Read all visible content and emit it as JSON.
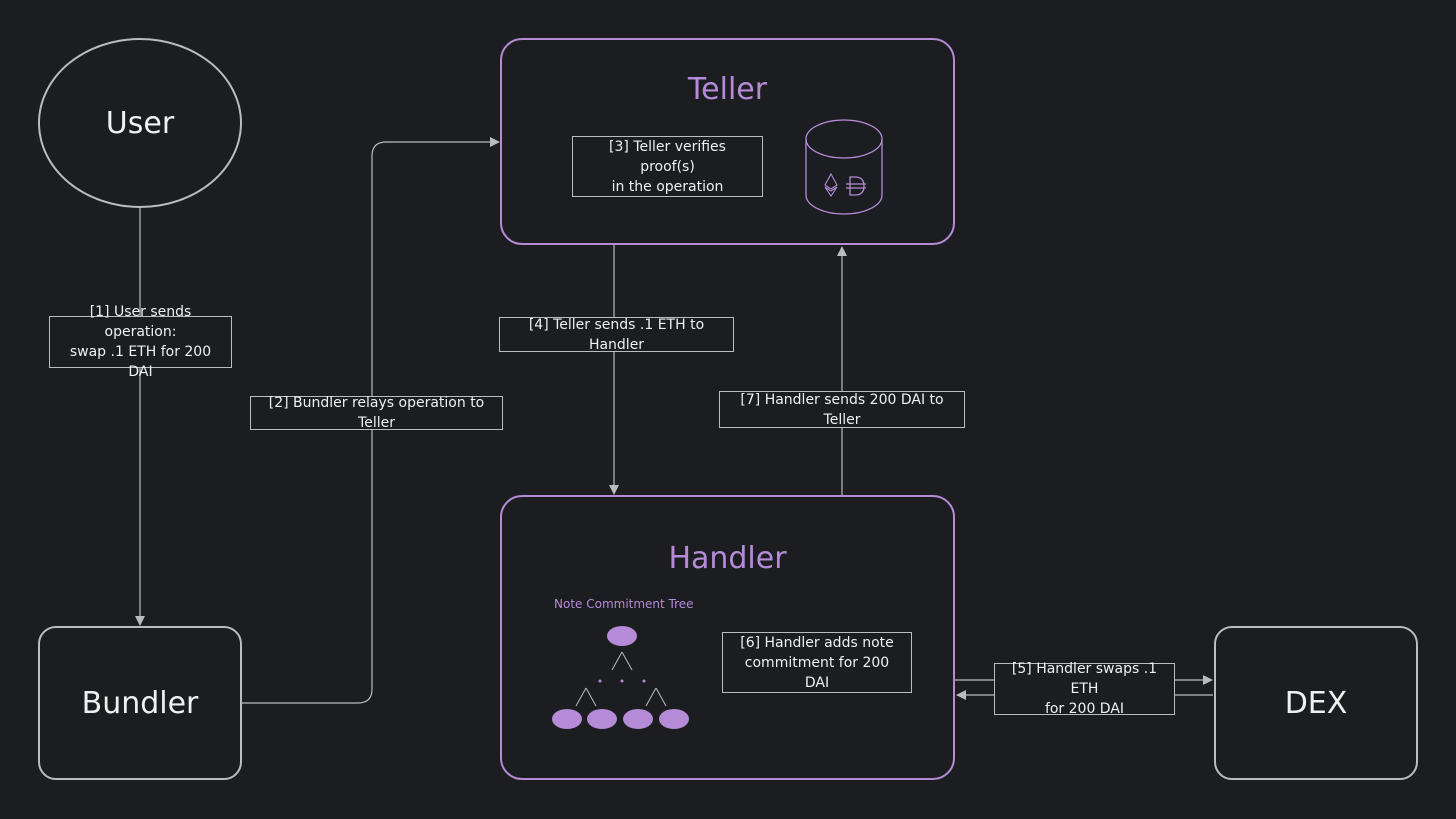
{
  "nodes": {
    "user": "User",
    "bundler": "Bundler",
    "teller": "Teller",
    "handler": "Handler",
    "dex": "DEX"
  },
  "labels": {
    "step1": "[1] User sends operation:\nswap .1 ETH for 200 DAI",
    "step2": "[2] Bundler relays operation to Teller",
    "step3": "[3] Teller verifies proof(s)\nin the operation",
    "step4": "[4] Teller sends .1 ETH to Handler",
    "step5": "[5] Handler swaps .1 ETH\nfor 200 DAI",
    "step6": "[6] Handler adds note\ncommitment for 200 DAI",
    "step7": "[7] Handler sends 200 DAI to Teller"
  },
  "tree": {
    "caption": "Note Commitment Tree"
  },
  "icons": [
    "ethereum-icon",
    "dai-icon",
    "database-icon"
  ],
  "colors": {
    "background": "#1b1d21",
    "accent": "#b58ad6",
    "line": "#b9bcc0"
  }
}
